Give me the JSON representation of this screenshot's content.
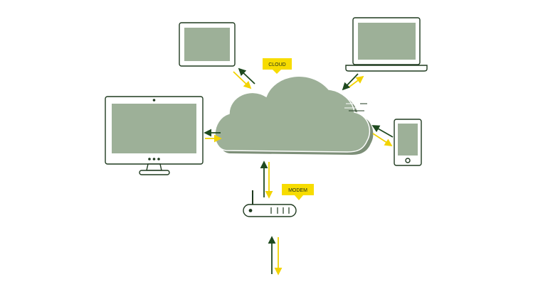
{
  "labels": {
    "cloud": "CLOUD",
    "modem": "MODEM"
  },
  "colors": {
    "device_fill": "#9db098",
    "cloud_shadow": "#7d8f78",
    "outline": "#1f3a1f",
    "arrow_dark": "#1f4a1f",
    "arrow_yellow": "#f2d300",
    "tag_yellow": "#f7dc00",
    "background": "#ffffff"
  },
  "devices": [
    {
      "name": "cloud",
      "icon": "cloud-icon"
    },
    {
      "name": "tablet",
      "icon": "tablet-icon"
    },
    {
      "name": "laptop",
      "icon": "laptop-icon"
    },
    {
      "name": "desktop-monitor",
      "icon": "monitor-icon"
    },
    {
      "name": "smartphone",
      "icon": "smartphone-icon"
    },
    {
      "name": "modem",
      "icon": "router-icon"
    }
  ]
}
